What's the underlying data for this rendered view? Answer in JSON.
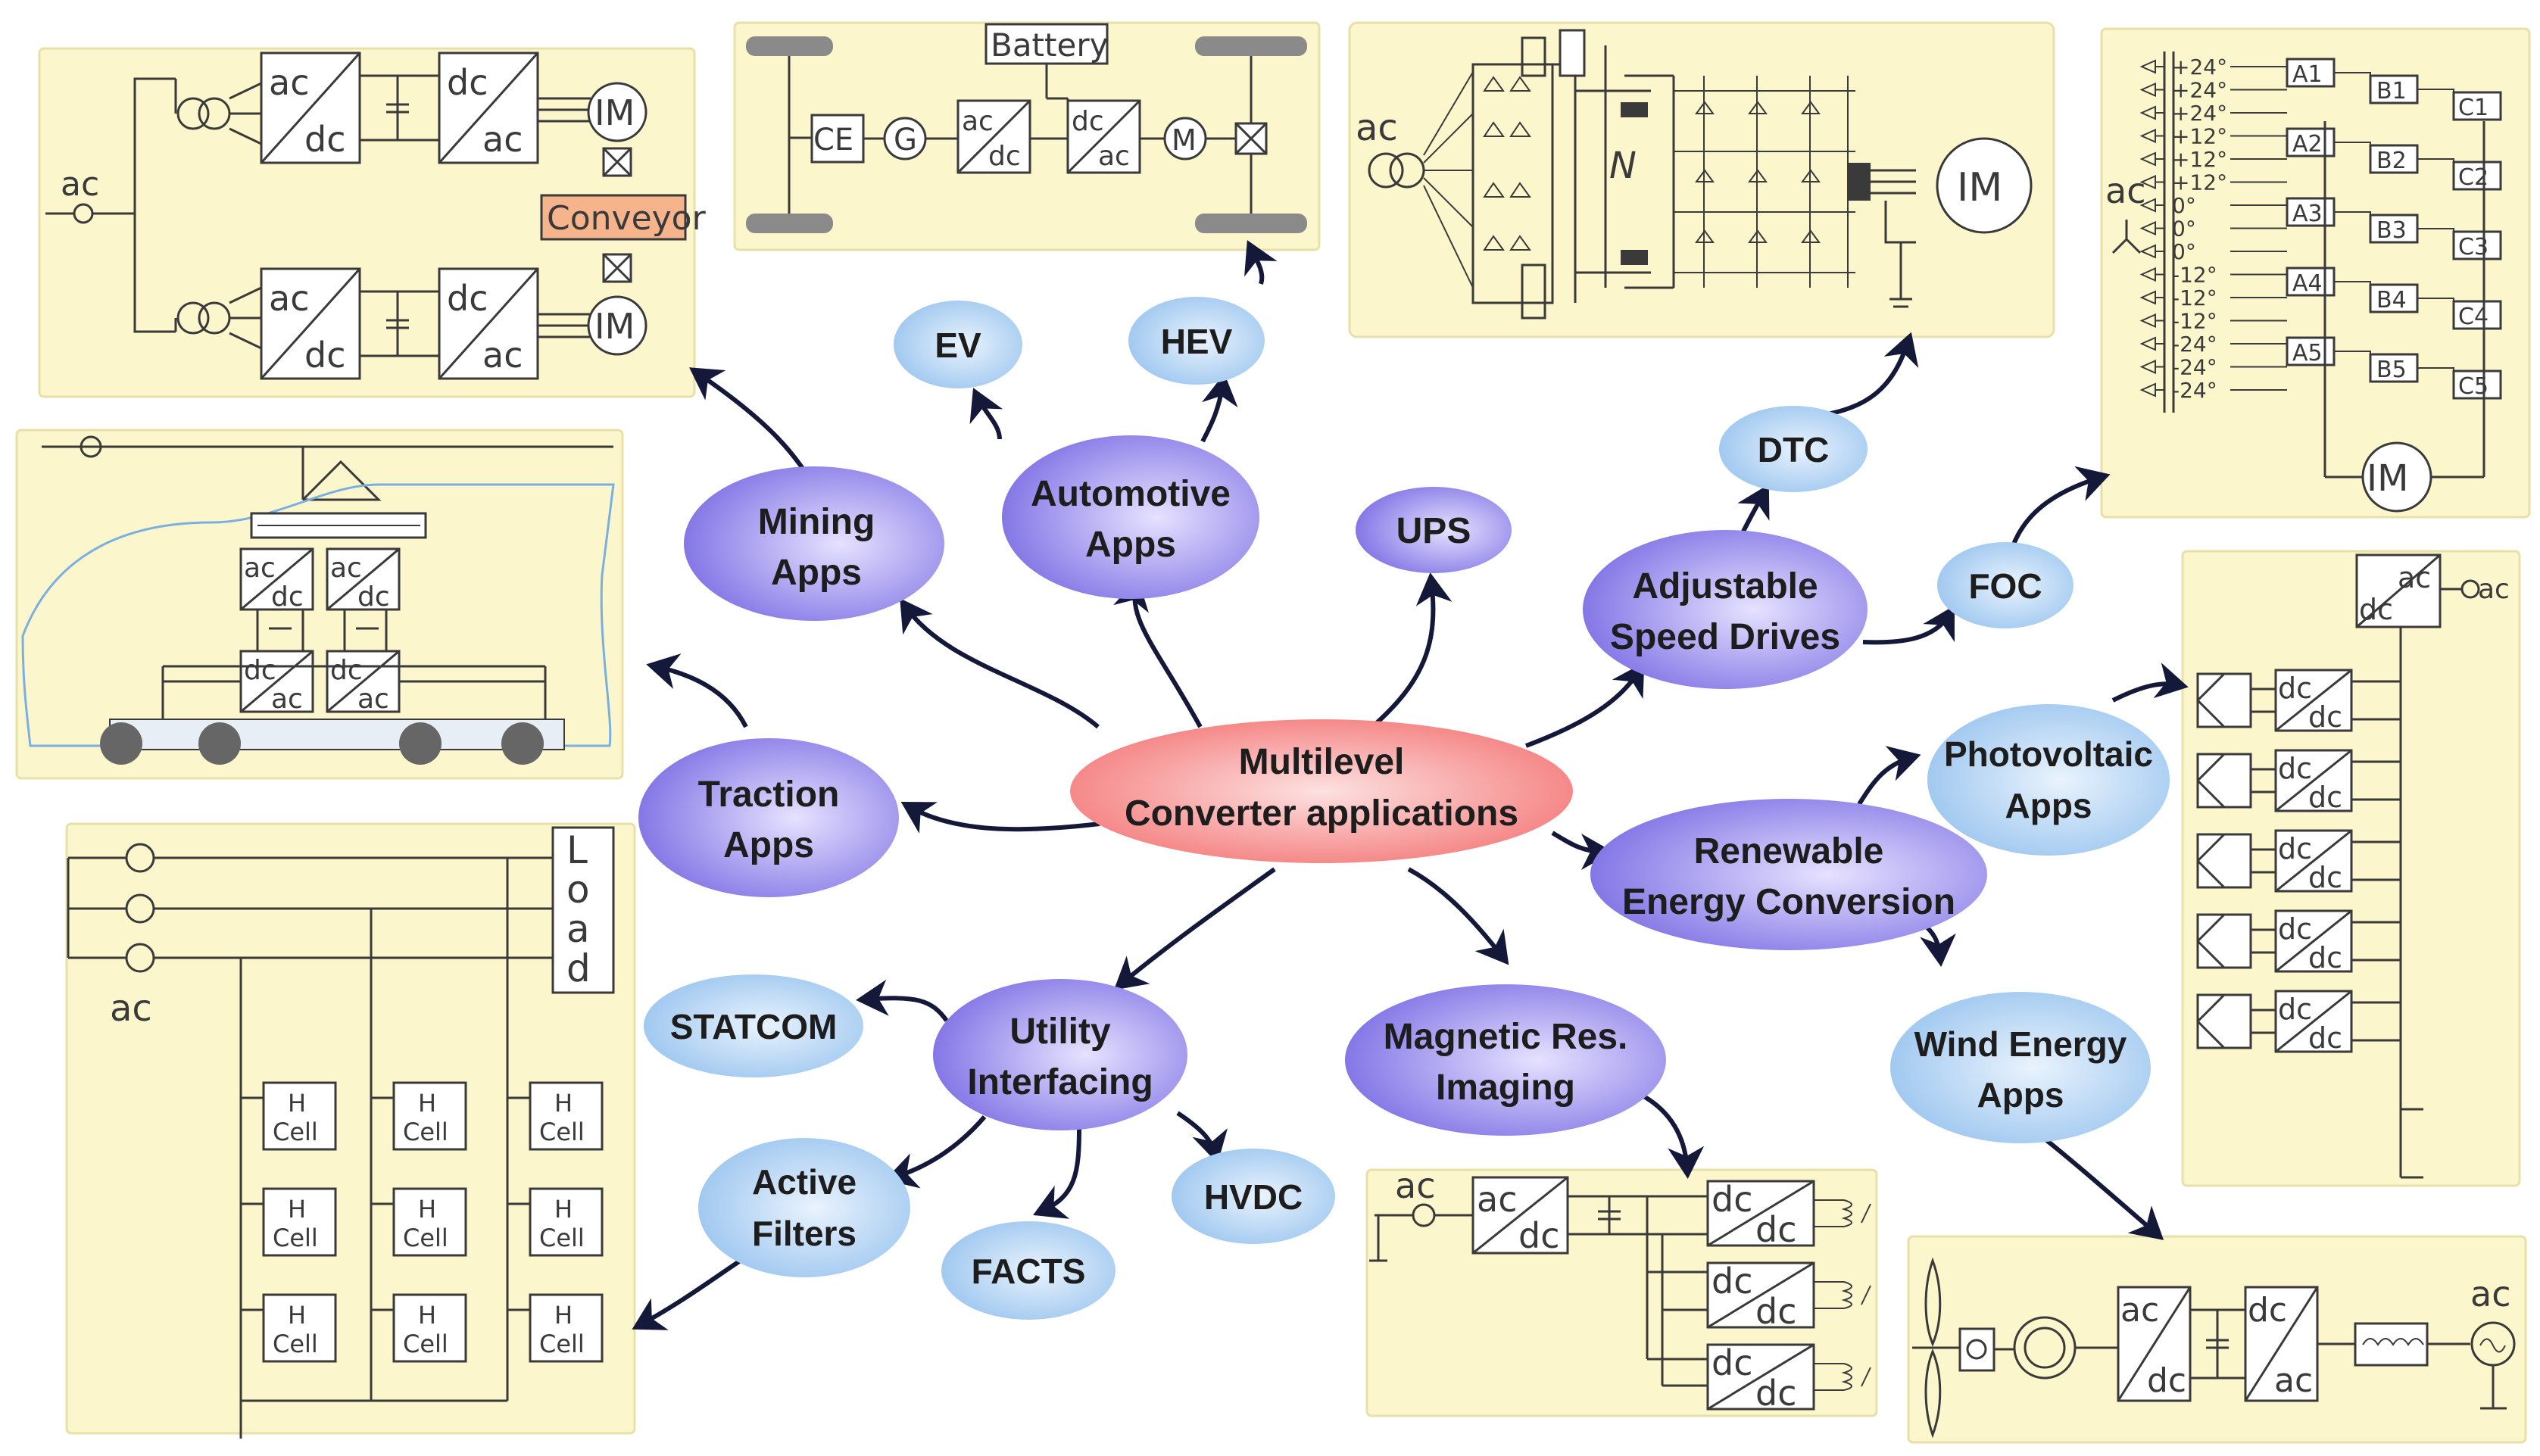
{
  "center": {
    "line1": "Multilevel",
    "line2": "Converter applications"
  },
  "bubbles": {
    "mining": [
      "Mining",
      "Apps"
    ],
    "automotive": [
      "Automotive",
      "Apps"
    ],
    "ups": "UPS",
    "asd": [
      "Adjustable",
      "Speed Drives"
    ],
    "traction": [
      "Traction",
      "Apps"
    ],
    "renewable": [
      "Renewable",
      "Energy Conversion"
    ],
    "utility": [
      "Utility",
      "Interfacing"
    ],
    "mri": [
      "Magnetic Res.",
      "Imaging"
    ],
    "ev": "EV",
    "hev": "HEV",
    "dtc": "DTC",
    "foc": "FOC",
    "pv": [
      "Photovoltaic",
      "Apps"
    ],
    "wind": [
      "Wind Energy",
      "Apps"
    ],
    "statcom": "STATCOM",
    "active_filters": [
      "Active",
      "Filters"
    ],
    "facts": "FACTS",
    "hvdc": "HVDC"
  },
  "panels": {
    "mining": {
      "ac": "ac",
      "conv_top": "ac",
      "conv_bot": "dc",
      "inv_top": "dc",
      "inv_bot": "ac",
      "motor": "IM",
      "conveyor": "Conveyor"
    },
    "automotive": {
      "battery": "Battery",
      "ce": "CE",
      "g": "G",
      "ac": "ac",
      "dc": "dc",
      "m": "M"
    },
    "asd": {
      "ac": "ac",
      "n": "N",
      "motor": "IM"
    },
    "foc": {
      "ac": "ac",
      "motor": "IM",
      "angles": [
        "+24°",
        "+24°",
        "+24°",
        "+12°",
        "+12°",
        "+12°",
        "0°",
        "0°",
        "0°",
        "-12°",
        "-12°",
        "-12°",
        "-24°",
        "-24°",
        "-24°"
      ],
      "a": [
        "A1",
        "A2",
        "A3",
        "A4",
        "A5"
      ],
      "b": [
        "B1",
        "B2",
        "B3",
        "B4",
        "B5"
      ],
      "c": [
        "C1",
        "C2",
        "C3",
        "C4",
        "C5"
      ]
    },
    "traction": {
      "ac": "ac",
      "dc": "dc"
    },
    "pv": {
      "ac": "ac",
      "dc": "dc"
    },
    "utility": {
      "ac": "ac",
      "load": [
        "L",
        "o",
        "a",
        "d"
      ],
      "h": "H",
      "cell": "Cell"
    },
    "mri": {
      "ac": "ac",
      "dc": "dc"
    },
    "wind": {
      "ac": "ac",
      "dc": "dc"
    }
  },
  "colors": {
    "center": "#f58a8a",
    "primary": "#8b80e8",
    "secondary": "#a8cdf2",
    "panel": "#fbf6cc",
    "arrow": "#14193a"
  }
}
